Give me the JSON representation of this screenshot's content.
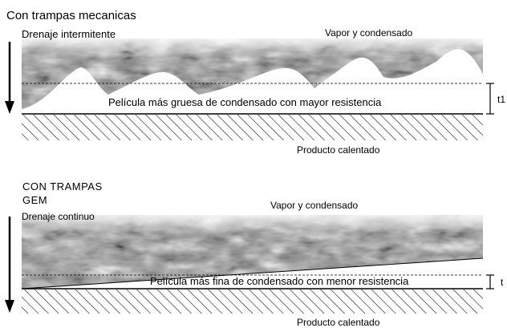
{
  "top": {
    "title": "Con trampas mecanicas",
    "subtitle": "Drenaje intermitente",
    "steam_label": "Vapor y condensado",
    "film_label": "Película más gruesa de condensado con mayor resistencia",
    "thickness_label": "t1",
    "product_label": "Producto calentado"
  },
  "bottom": {
    "title_line1": "CON TRAMPAS",
    "title_line2": "GEM",
    "subtitle": "Drenaje continuo",
    "steam_label": "Vapor y condensado",
    "film_label": "Película más fina de condensado con menor resistencia",
    "thickness_label": "t",
    "product_label": "Producto calentado"
  },
  "colors": {
    "steam_dark": "#5a5a5a",
    "steam_light": "#d4d4d4",
    "condensate": "#ffffff",
    "line": "#000000"
  }
}
